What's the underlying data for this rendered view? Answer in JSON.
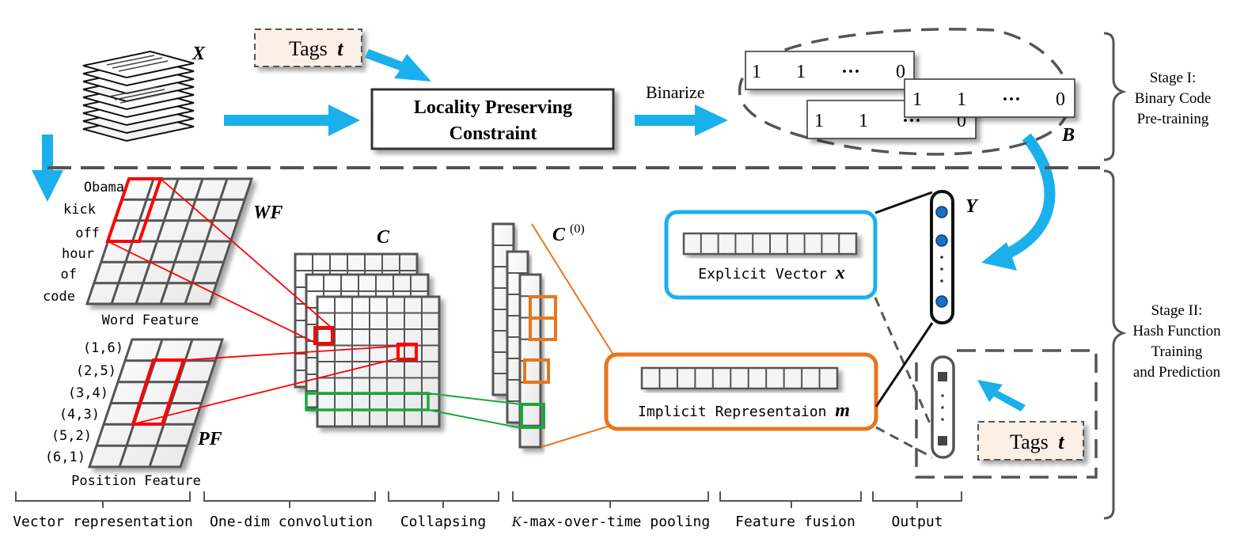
{
  "top": {
    "x_label": "X",
    "tags_top": "Tags",
    "tags_var": "t",
    "lpc_line1": "Locality Preserving",
    "lpc_line2": "Constraint",
    "binarize": "Binarize",
    "b_label": "B",
    "code_rows": [
      {
        "a": "1",
        "b": "1",
        "dots": "···",
        "z": "0"
      },
      {
        "a": "1",
        "b": "1",
        "dots": "···",
        "z": "0"
      },
      {
        "a": "1",
        "b": "1",
        "dots": "···",
        "z": "0"
      }
    ]
  },
  "stages": {
    "stage1": [
      "Stage I:",
      "Binary Code",
      "Pre-training"
    ],
    "stage2": [
      "Stage II:",
      "Hash Function",
      "Training",
      "and Prediction"
    ]
  },
  "word_feature": {
    "words": [
      "Obama",
      "kick",
      "off",
      "hour",
      "of",
      "code"
    ],
    "wf_label": "WF",
    "caption": "Word Feature"
  },
  "position_feature": {
    "positions": [
      "(1,6)",
      "(2,5)",
      "(3,4)",
      "(4,3)",
      "(5,2)",
      "(6,1)"
    ],
    "pf_label": "PF",
    "caption": "Position Feature"
  },
  "conv": {
    "c_label": "C",
    "c0_label": "C",
    "c0_sup": "(0)"
  },
  "fusion": {
    "explicit_label": "Explicit Vector",
    "explicit_var": "x",
    "implicit_label": "Implicit Representaion",
    "implicit_var": "m"
  },
  "output": {
    "y_label": "Y",
    "tags_bottom": "Tags",
    "tags_var": "t"
  },
  "bottom_labels": {
    "vec": "Vector representation",
    "conv": "One-dim convolution",
    "collapse": "Collapsing",
    "kmax_k": "K",
    "kmax_rest": "-max-over-time pooling",
    "fusion": "Feature fusion",
    "output": "Output"
  },
  "colors": {
    "blue_arrow": "#1ab0ec",
    "red": "#ff0000",
    "orange": "#e8761b",
    "green": "#1aa83a",
    "grid": "#555555",
    "tag_fill": "#fcefe6",
    "node_blue": "#1a6fc2"
  }
}
